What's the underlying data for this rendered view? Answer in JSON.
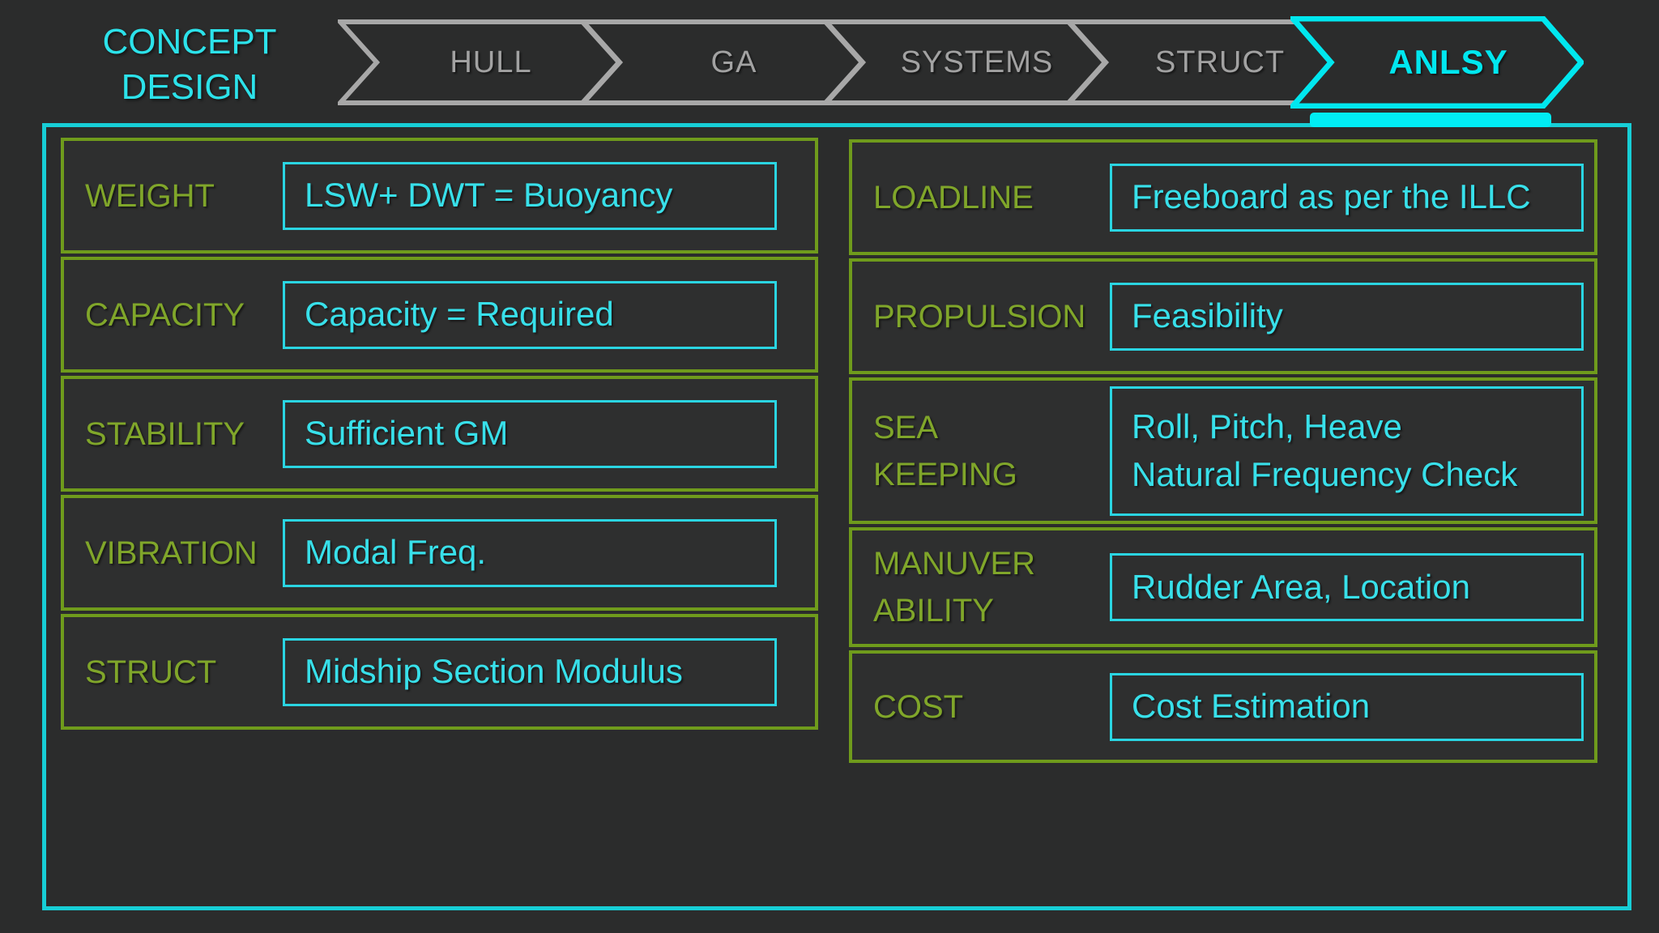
{
  "slide": {
    "title": {
      "line1": "CONCEPT",
      "line2": "DESIGN"
    },
    "process_bar": {
      "steps": [
        {
          "label": "HULL",
          "active": false
        },
        {
          "label": "GA",
          "active": false
        },
        {
          "label": "SYSTEMS",
          "active": false
        },
        {
          "label": "STRUCT",
          "active": false
        },
        {
          "label": "ANLSY",
          "active": true
        }
      ],
      "active_step": "ANLSY"
    },
    "left_panel": {
      "rows": [
        {
          "label": "WEIGHT",
          "value": "LSW+ DWT = Buoyancy"
        },
        {
          "label": "CAPACITY",
          "value": "Capacity = Required"
        },
        {
          "label": "STABILITY",
          "value": "Sufficient GM"
        },
        {
          "label": "VIBRATION",
          "value": "Modal Freq."
        },
        {
          "label": "STRUCT",
          "value": "Midship Section Modulus"
        }
      ]
    },
    "right_panel": {
      "rows": [
        {
          "label": "LOADLINE",
          "value": "Freeboard as per the ILLC"
        },
        {
          "label": "PROPULSION",
          "value": "Feasibility"
        },
        {
          "label": "SEA\nKEEPING",
          "value": "Roll, Pitch, Heave\nNatural Frequency Check"
        },
        {
          "label": "MANUVER\nABILITY",
          "value": "Rudder Area, Location"
        },
        {
          "label": "COST",
          "value": "Cost Estimation"
        }
      ]
    },
    "colors": {
      "background": "#2b2c2c",
      "cyan_accent": "#00e7ef",
      "cyan_frame_border": "#17ced6",
      "cyan_value_border": "#2ad5e2",
      "cyan_value_text": "#38e0ea",
      "green_border": "#6f9b1c",
      "green_label": "#80a62a",
      "gray_step_border": "#a8a8a8",
      "gray_step_text": "#a2a2a2"
    }
  }
}
